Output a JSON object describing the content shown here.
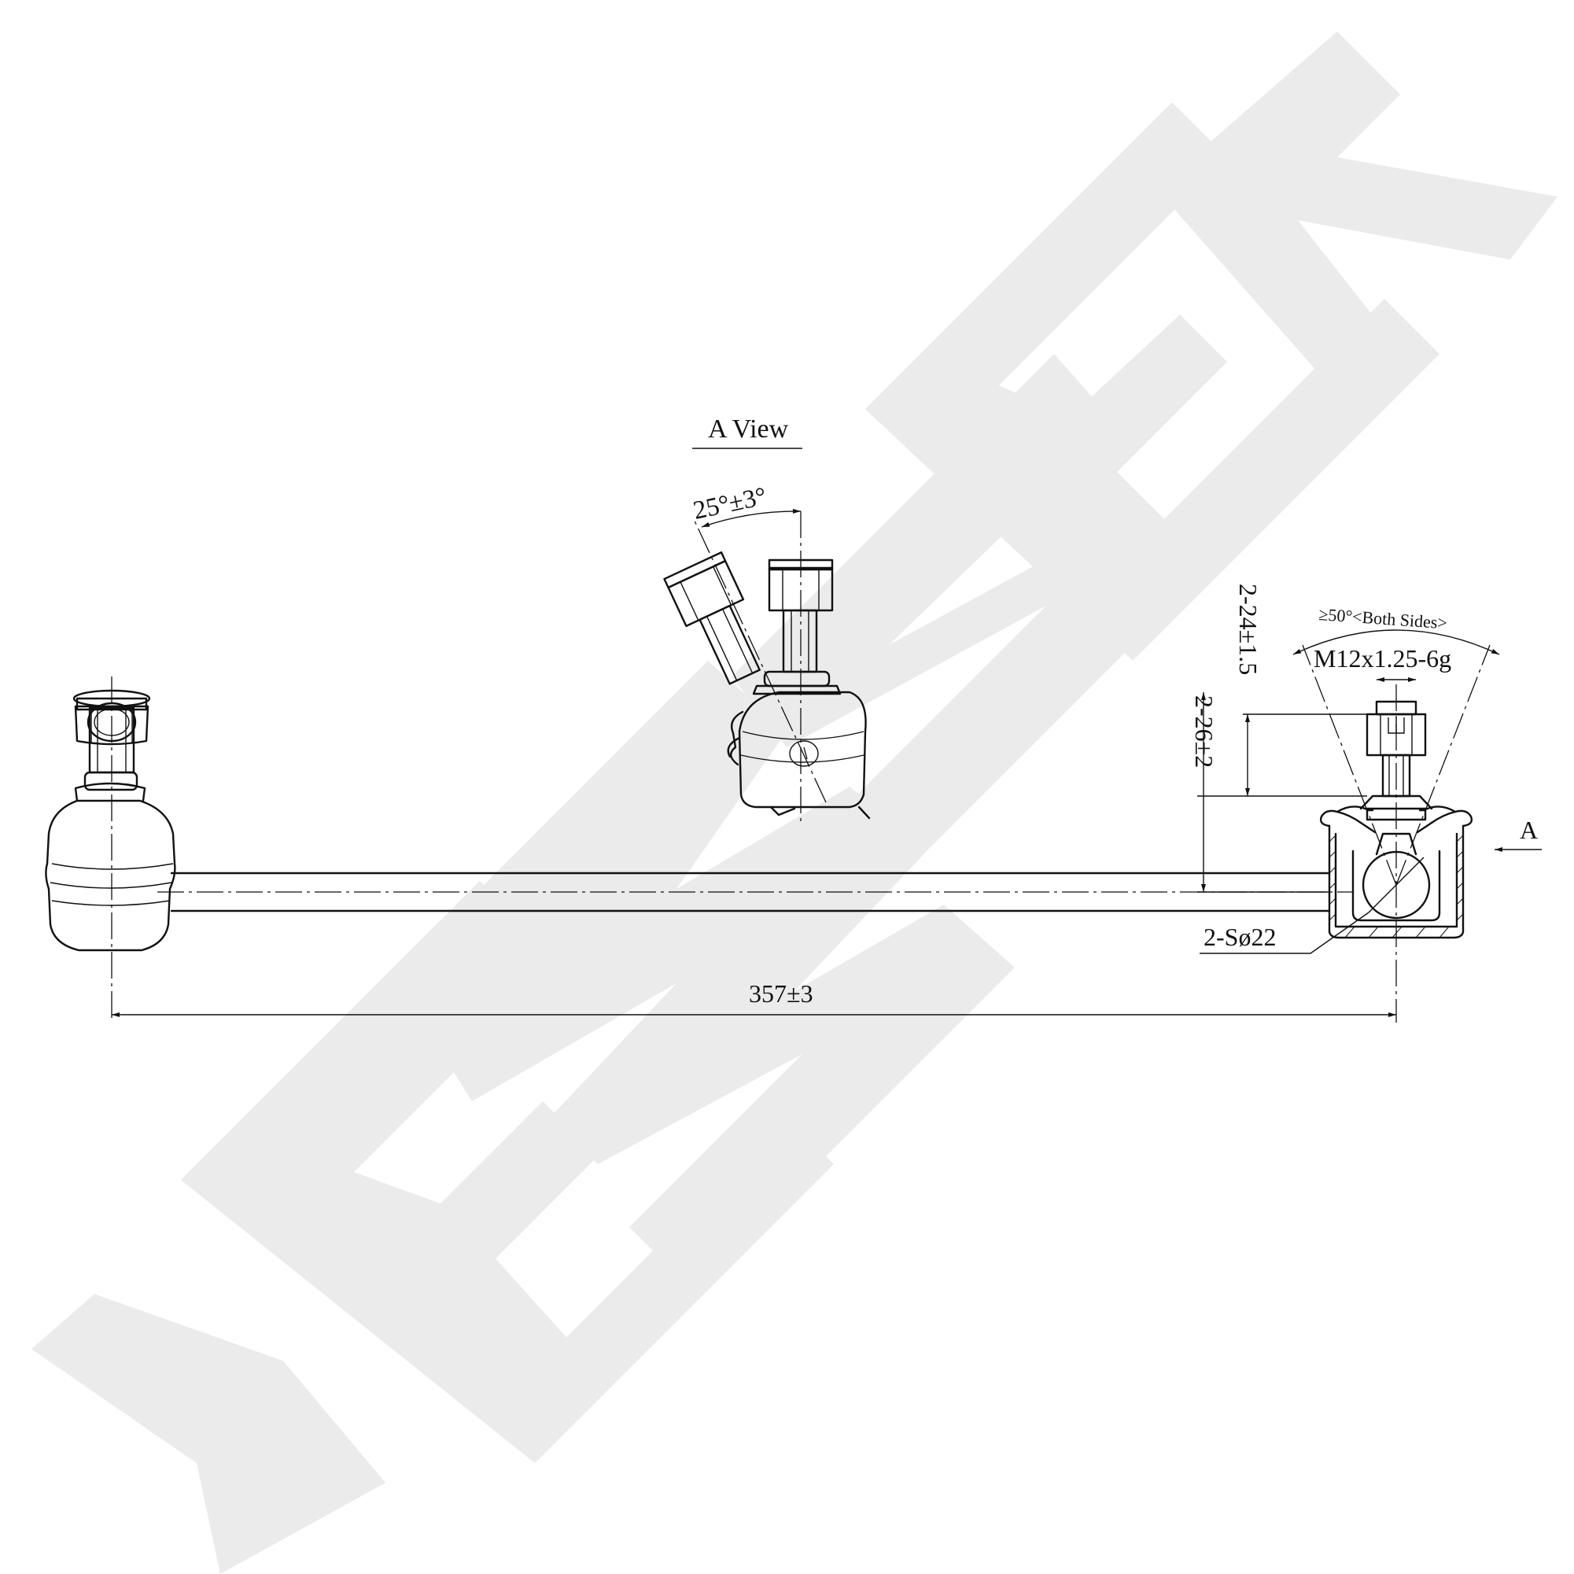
{
  "watermark": {
    "text": "ZEMNEK",
    "color": "#ebebeb"
  },
  "view": {
    "title": "A View",
    "angle_label": "25°±3°",
    "arrow_label": "A"
  },
  "dimensions": {
    "length": "357±3",
    "thread": "M12x1.25-6g",
    "swing": "≥50°<Both Sides>",
    "stud_height_a": "2-24±1.5",
    "stud_height_b": "2-26±2",
    "ball": "2-Sø22"
  }
}
